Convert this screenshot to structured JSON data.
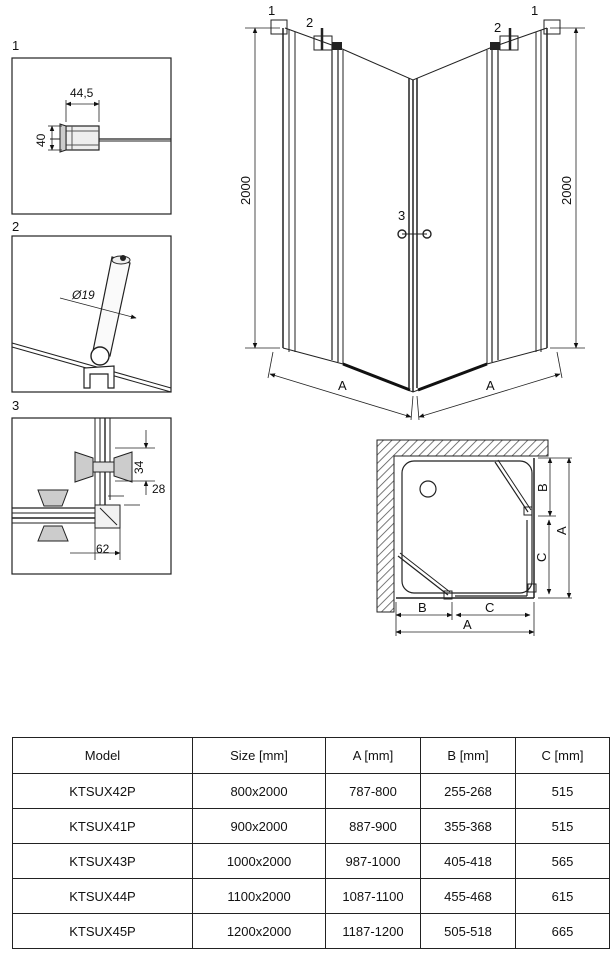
{
  "callouts": {
    "c1": "1",
    "c2": "2",
    "c3": "3"
  },
  "detail1": {
    "label": "1",
    "dim_width": "44,5",
    "dim_height": "40"
  },
  "detail2": {
    "label": "2",
    "dim_diameter": "Ø19"
  },
  "detail3": {
    "label": "3",
    "dim_a": "34",
    "dim_b": "28",
    "dim_c": "62"
  },
  "front_view": {
    "height_left": "2000",
    "height_right": "2000",
    "width_left": "A",
    "width_right": "A"
  },
  "plan_view": {
    "label_b_right": "B",
    "label_c_right": "C",
    "label_a_right": "A",
    "label_b_bottom": "B",
    "label_c_bottom": "C",
    "label_a_bottom": "A"
  },
  "table": {
    "headers": [
      "Model",
      "Size [mm]",
      "A [mm]",
      "B [mm]",
      "C [mm]"
    ],
    "rows": [
      [
        "KTSUX42P",
        "800x2000",
        "787-800",
        "255-268",
        "515"
      ],
      [
        "KTSUX41P",
        "900x2000",
        "887-900",
        "355-368",
        "515"
      ],
      [
        "KTSUX43P",
        "1000x2000",
        "987-1000",
        "405-418",
        "565"
      ],
      [
        "KTSUX44P",
        "1100x2000",
        "1087-1100",
        "455-468",
        "615"
      ],
      [
        "KTSUX45P",
        "1200x2000",
        "1187-1200",
        "505-518",
        "665"
      ]
    ]
  }
}
